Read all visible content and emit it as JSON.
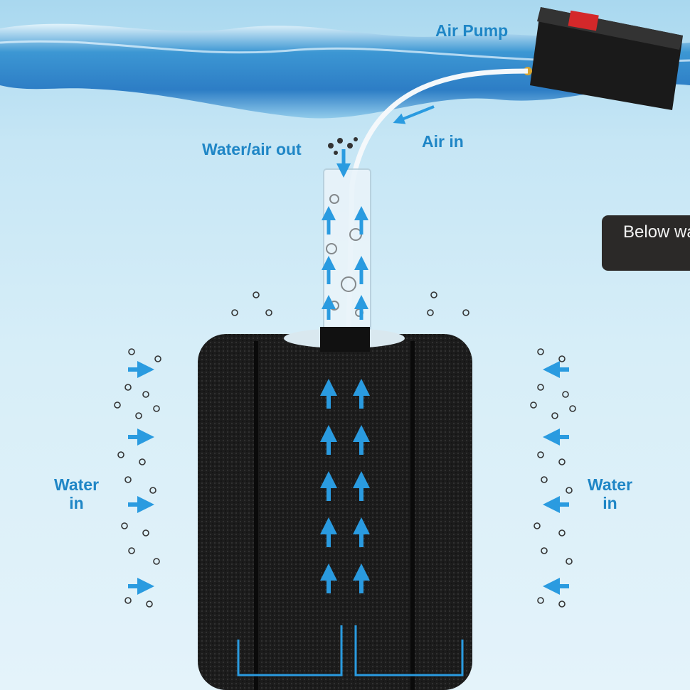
{
  "labels": {
    "air_pump": "Air Pump",
    "water_air_out": "Water/air out",
    "air_in": "Air in",
    "below_waterline": "Below waterline",
    "water_in_left_1": "Water",
    "water_in_left_2": "in",
    "water_in_right_1": "Water",
    "water_in_right_2": "in"
  },
  "colors": {
    "label": "#1f86c6",
    "arrow": "#2a9be0",
    "sponge": "#1b1b1b"
  }
}
